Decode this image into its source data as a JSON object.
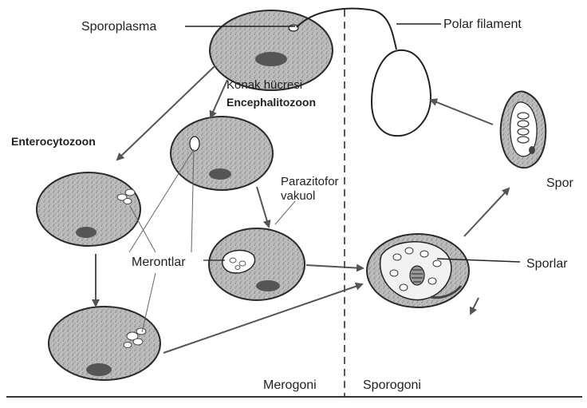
{
  "labels": {
    "sporoplasma": "Sporoplasma",
    "polar_filament": "Polar filament",
    "konak_hucresi": "Konak hücresi",
    "encephalitozoon": "Encephalitozoon",
    "enterocytozoon": "Enterocytozoon",
    "parazitofor_line1": "Parazitofor",
    "parazitofor_line2": "vakuol",
    "spor": "Spor",
    "merontlar": "Merontlar",
    "sporlar": "Sporlar",
    "merogoni": "Merogoni",
    "sporogoni": "Sporogoni"
  },
  "colors": {
    "ink": "#2a2a2a",
    "cell_fill": "#b9b9b9",
    "nucleus_fill": "#555555",
    "background": "#ffffff"
  }
}
